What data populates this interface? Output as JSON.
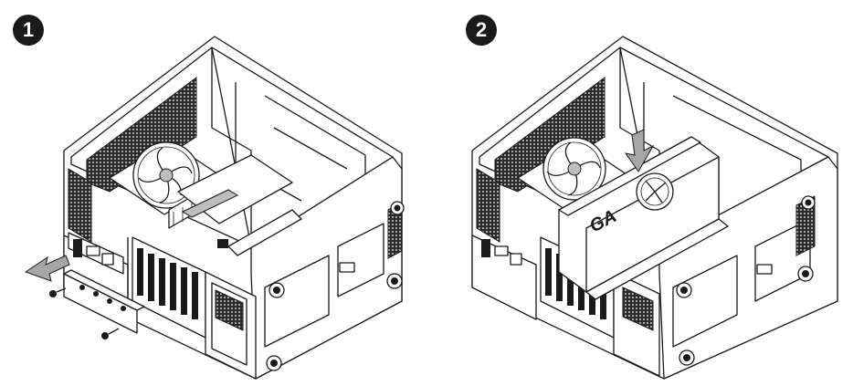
{
  "steps": [
    {
      "number": "1",
      "arrow_color": "#a6a6a6"
    },
    {
      "number": "2",
      "arrow_color": "#a6a6a6",
      "card_text": "GA"
    }
  ],
  "colors": {
    "line": "#1a1a1a",
    "mesh": "#2b2b2b",
    "arrow": "#a6a6a6",
    "background": "#ffffff"
  },
  "icons": [
    "step-badge",
    "arrow-left-icon",
    "arrow-down-icon",
    "fan-icon",
    "screw-icon"
  ]
}
